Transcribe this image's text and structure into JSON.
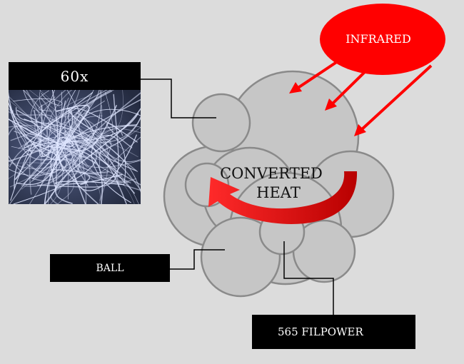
{
  "labels": {
    "infrared": "INFRARED",
    "converted_line1": "CONVERTED",
    "converted_line2": "HEAT",
    "magnification": "60x",
    "ball": "BALL",
    "filpower": "565 FILPOWER"
  },
  "colors": {
    "background": "#dcdcdc",
    "ball_fill": "#c6c6c6",
    "ball_stroke": "#8a8a8a",
    "infrared_red": "#ff0000",
    "arrow_dark_red": "#b80000",
    "label_box": "#000000",
    "label_text": "#ffffff",
    "connector_line": "#000000",
    "fiber_bg": "#3a4560",
    "fiber_color": "#dfe6ff"
  }
}
